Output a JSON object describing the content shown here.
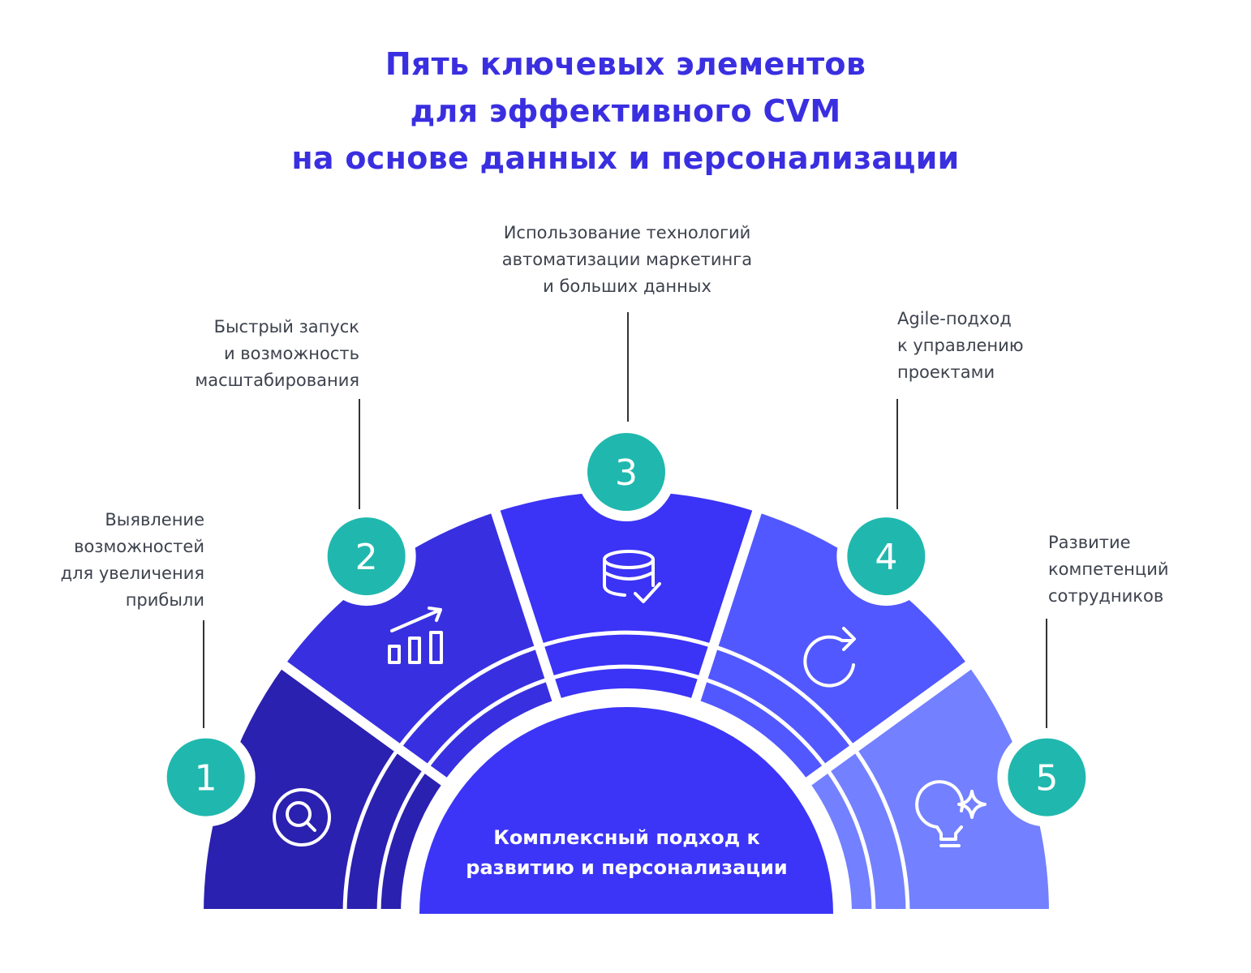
{
  "title": [
    "Пять ключевых элементов",
    "для эффективного CVM",
    "на основе данных и персонализации"
  ],
  "center": [
    "Комплексный подход к",
    "развитию и персонализации"
  ],
  "colors": {
    "title": "#3A2FE0",
    "badge": "#20B8AE",
    "center": "#3C35F7",
    "segments": [
      "#2A21B0",
      "#3830E0",
      "#3B33F5",
      "#5258FF",
      "#7380FF"
    ]
  },
  "elements": [
    {
      "number": "1",
      "icon": "search-icon",
      "label": [
        "Выявление",
        "возможностей",
        "для увеличения",
        "прибыли"
      ]
    },
    {
      "number": "2",
      "icon": "growth-chart-icon",
      "label": [
        "Быстрый запуск",
        "и возможность",
        "масштабирования"
      ]
    },
    {
      "number": "3",
      "icon": "database-check-icon",
      "label": [
        "Использование технологий",
        "автоматизации маркетинга",
        "и больших данных"
      ]
    },
    {
      "number": "4",
      "icon": "refresh-icon",
      "label": [
        "Agile-подход",
        "к управлению",
        "проектами"
      ]
    },
    {
      "number": "5",
      "icon": "lightbulb-sparkle-icon",
      "label": [
        "Развитие",
        "компетенций",
        "сотрудников"
      ]
    }
  ]
}
